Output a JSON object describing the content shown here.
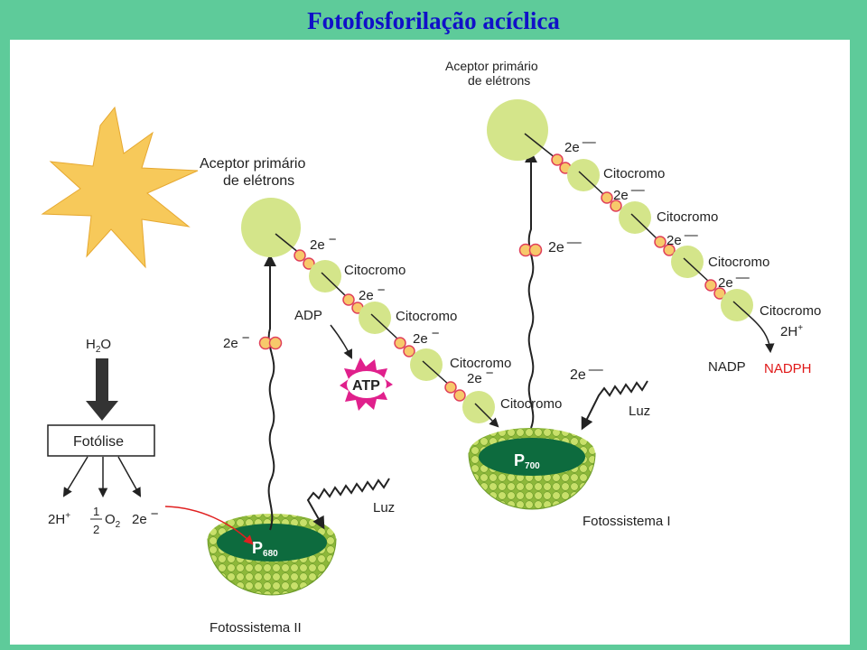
{
  "title": "Fotofosforilação acíclica",
  "photosystem_II": {
    "name": "Fotossistema II",
    "center": "P",
    "center_sub": "680",
    "light": "Luz",
    "acceptor": [
      "Aceptor primário",
      "de elétrons"
    ],
    "excited_electrons": "2e",
    "chain": [
      {
        "electrons": "2e",
        "carrier": "Citocromo"
      },
      {
        "electrons": "2e",
        "carrier": "Citocromo"
      },
      {
        "electrons": "2e",
        "carrier": "Citocromo"
      },
      {
        "electrons": "2e",
        "carrier": "Citocromo"
      }
    ],
    "adp": "ADP",
    "atp": "ATP"
  },
  "photolysis": {
    "water": "H",
    "water_sub": "2",
    "water_tail": "O",
    "box": "Fotólise",
    "proton": "2H",
    "proton_sup": "+",
    "oxygen_num": "1",
    "oxygen_den": "2",
    "oxygen": "O",
    "oxygen_sub": "2",
    "electrons": "2e"
  },
  "photosystem_I": {
    "name": "Fotossistema I",
    "center": "P",
    "center_sub": "700",
    "light": "Luz",
    "acceptor": [
      "Aceptor primário",
      "de elétrons"
    ],
    "excited_electrons": "2e",
    "incoming_electrons": "2e",
    "chain": [
      {
        "electrons": "2e",
        "carrier": "Citocromo"
      },
      {
        "electrons": "2e",
        "carrier": "Citocromo"
      },
      {
        "electrons": "2e",
        "carrier": "Citocromo"
      },
      {
        "electrons": "2e",
        "carrier": "Citocromo"
      }
    ],
    "protons": "2H",
    "protons_sup": "+",
    "nadp": "NADP",
    "nadph": "NADPH"
  },
  "colors": {
    "background": "#5ecb9a",
    "title": "#1010c8",
    "acceptor": "#d4e58a",
    "electron": "#f7c96b",
    "electron_border": "#e0405a",
    "atp": "#e0208c",
    "sun": "#f7c95a",
    "photosystem_core": "#0d6b3e",
    "photosystem_bead": "#c8e06a",
    "nadph": "#e01818",
    "red_arrow": "#e02020"
  }
}
